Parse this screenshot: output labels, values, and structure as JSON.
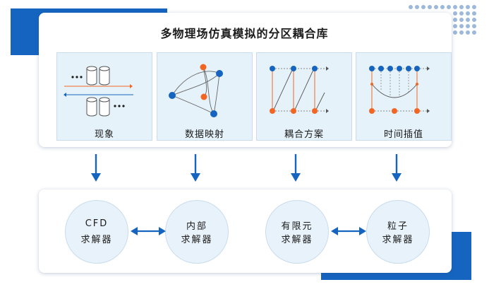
{
  "title": "多物理场仿真模拟的分区耦合库",
  "steps": [
    {
      "label": "现象"
    },
    {
      "label": "数据映射"
    },
    {
      "label": "耦合方案"
    },
    {
      "label": "时间插值"
    }
  ],
  "solvers": [
    {
      "line1": "CFD",
      "line2": "求解器"
    },
    {
      "line1": "内部",
      "line2": "求解器"
    },
    {
      "line1": "有限元",
      "line2": "求解器"
    },
    {
      "line1": "粒子",
      "line2": "求解器"
    }
  ],
  "colors": {
    "accent": "#1565c0",
    "node_blue": "#1565c0",
    "node_orange": "#f26522",
    "card_bg": "#e6f2fa"
  },
  "icons": [
    "phenomenon-icon",
    "data-mapping-icon",
    "coupling-scheme-icon",
    "time-interpolation-icon"
  ]
}
